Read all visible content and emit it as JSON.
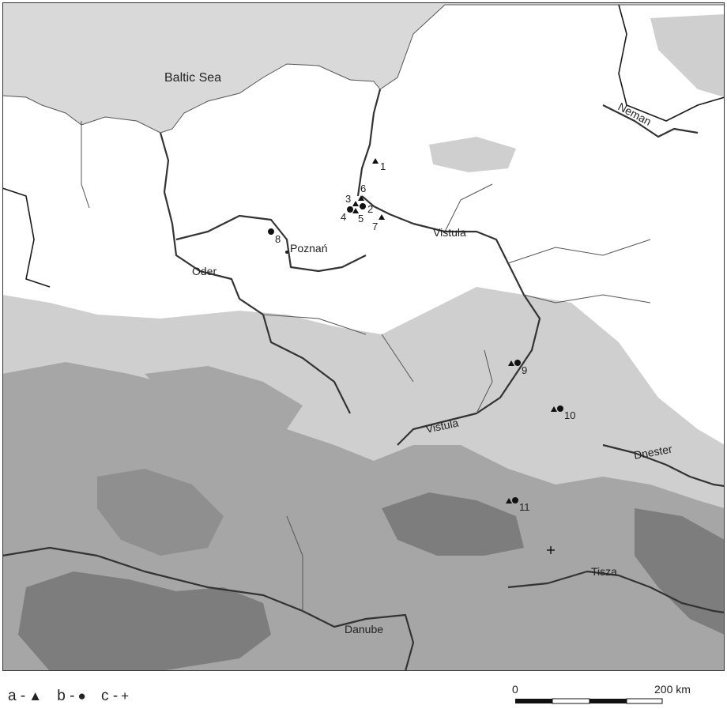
{
  "map": {
    "sea_label": "Baltic Sea",
    "rivers": {
      "neman": "Neman",
      "vistula_north": "Vistula",
      "oder": "Oder",
      "vistula_south": "Vistula",
      "dnester": "Dnester",
      "tisza": "Tisza",
      "danube": "Danube"
    },
    "city": "Poznań",
    "site_numbers": [
      "1",
      "2",
      "3",
      "4",
      "5",
      "6",
      "7",
      "8",
      "9",
      "10",
      "11"
    ]
  },
  "legend": {
    "a": "a -",
    "b": "b -",
    "c": "c -",
    "a_symbol": "▲",
    "b_symbol": "●",
    "c_symbol": "+"
  },
  "scale": {
    "start": "0",
    "end": "200 km"
  },
  "colors": {
    "sea": "#d9d9d9",
    "lowland": "#ffffff",
    "upland": "#cfcfcf",
    "mountain": "#a6a6a6",
    "high_mountain": "#7d7d7d",
    "river": "#333333",
    "border": "#1a1a1a"
  }
}
